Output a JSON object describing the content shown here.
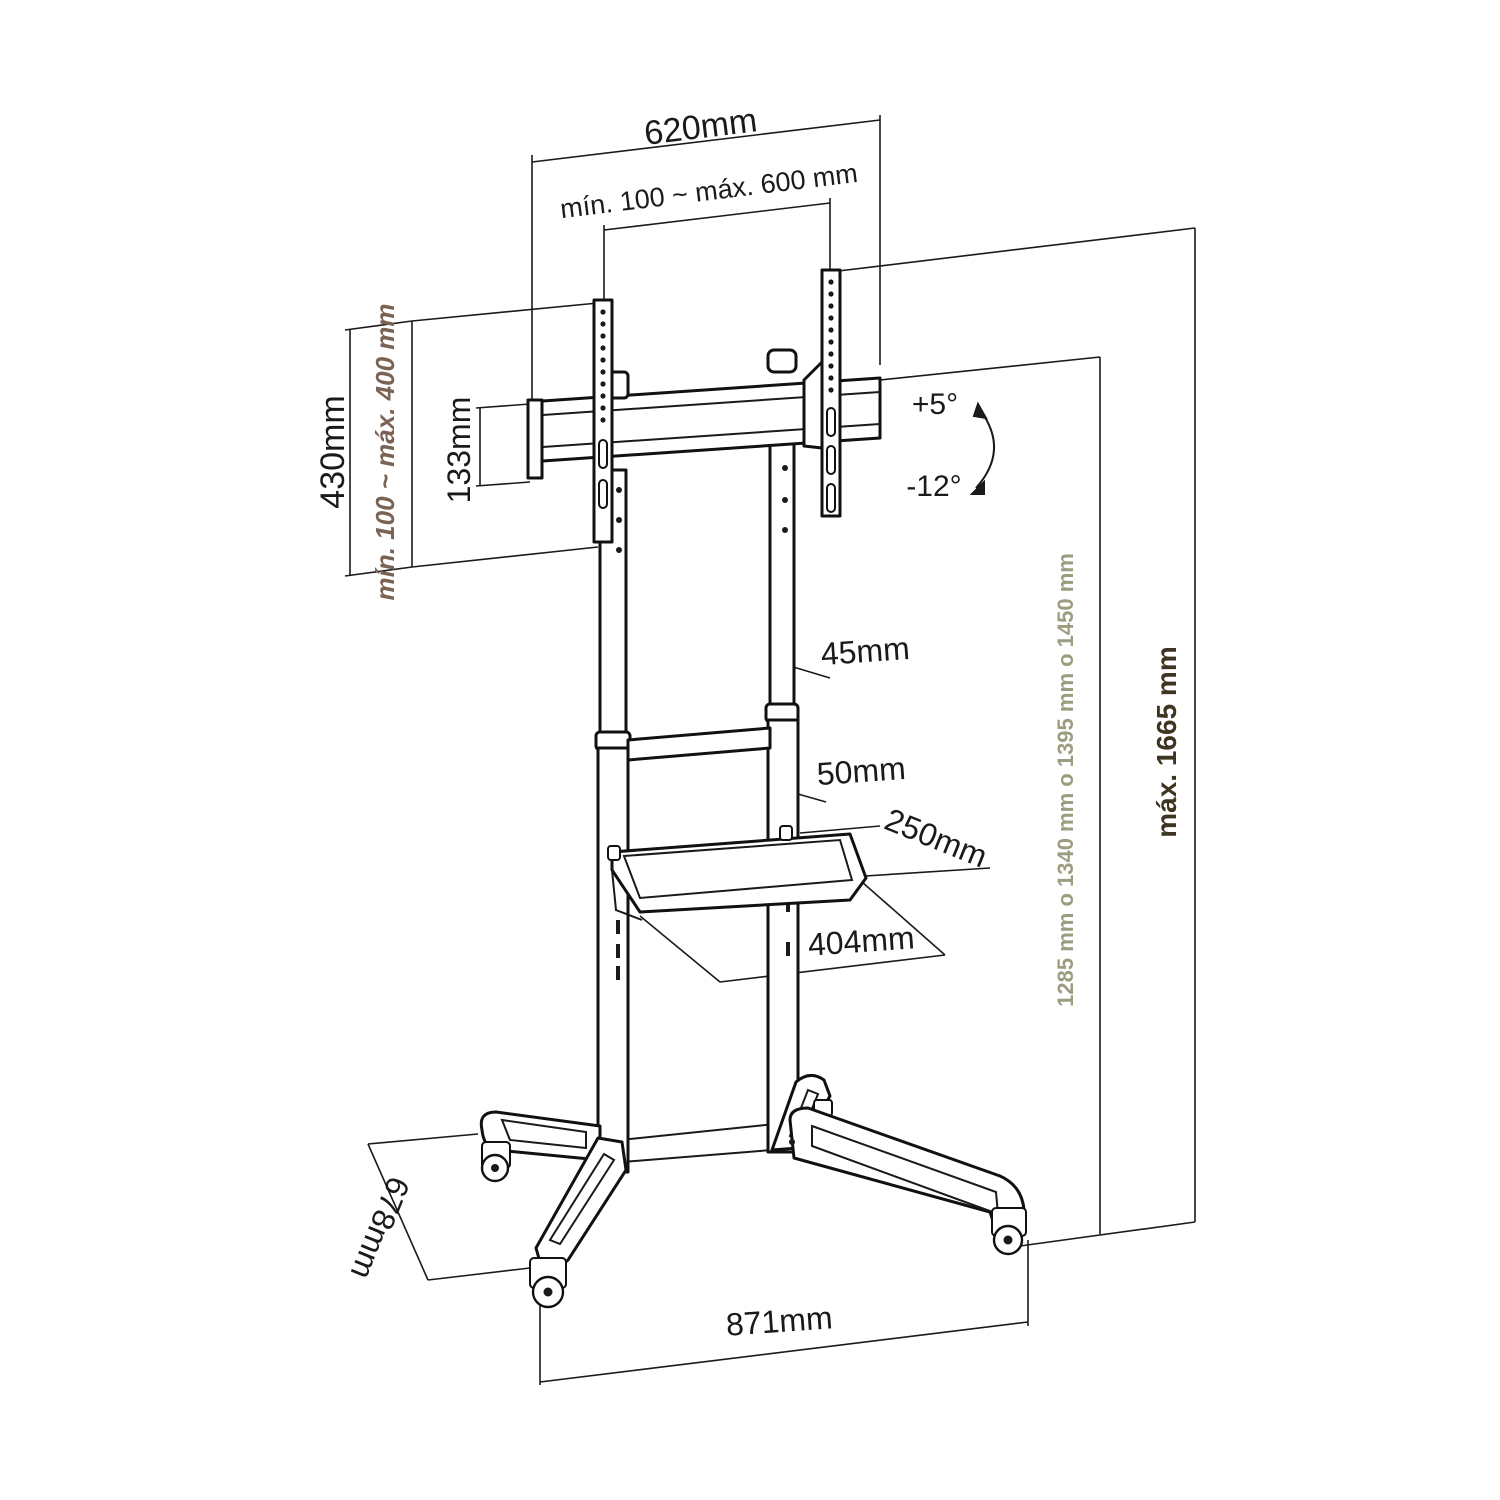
{
  "dimensions": {
    "width_total": "620mm",
    "vesa_width": "mín. 100 ~ máx. 600 mm",
    "height_total": "430mm",
    "vesa_height": "mín. 100 ~ máx. 400 mm",
    "bracket_height": "133mm",
    "tilt_up": "+5°",
    "tilt_down": "-12°",
    "tube_upper": "45mm",
    "tube_lower": "50mm",
    "shelf_depth": "250mm",
    "shelf_width": "404mm",
    "height_options": "1285 mm o 1340 mm o 1395 mm o 1450 mm",
    "height_max": "máx. 1665 mm",
    "base_depth": "678mm",
    "base_width": "871mm"
  },
  "colors": {
    "vesa_height_text": "#7a6355",
    "height_options_text": "#9c9c80",
    "height_max_text": "#3c3520"
  }
}
